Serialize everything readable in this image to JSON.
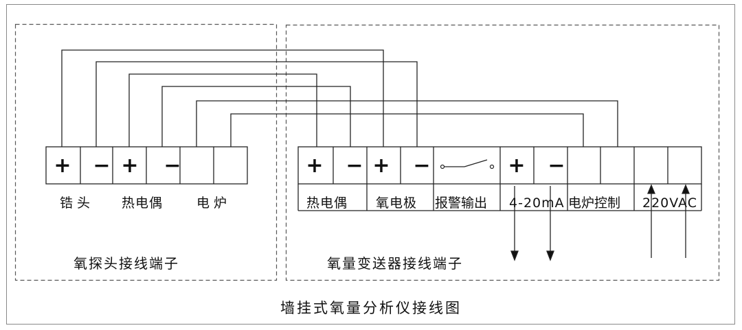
{
  "title": "墙挂式氧量分析仪接线图",
  "probe": {
    "caption": "氧探头接线端子",
    "terminals": [
      "+",
      "−",
      "+",
      "−",
      "",
      ""
    ],
    "groups": [
      "锆 头",
      "热电偶",
      "电 炉"
    ]
  },
  "transmitter": {
    "caption": "氧量变送器接线端子",
    "terminals": [
      "+",
      "−",
      "+",
      "−",
      "switch",
      "+",
      "−",
      "",
      "",
      "",
      ""
    ],
    "groups": [
      "热电偶",
      "氧电极",
      "报警输出",
      "4-20mA",
      "电炉控制",
      "220VAC"
    ]
  }
}
